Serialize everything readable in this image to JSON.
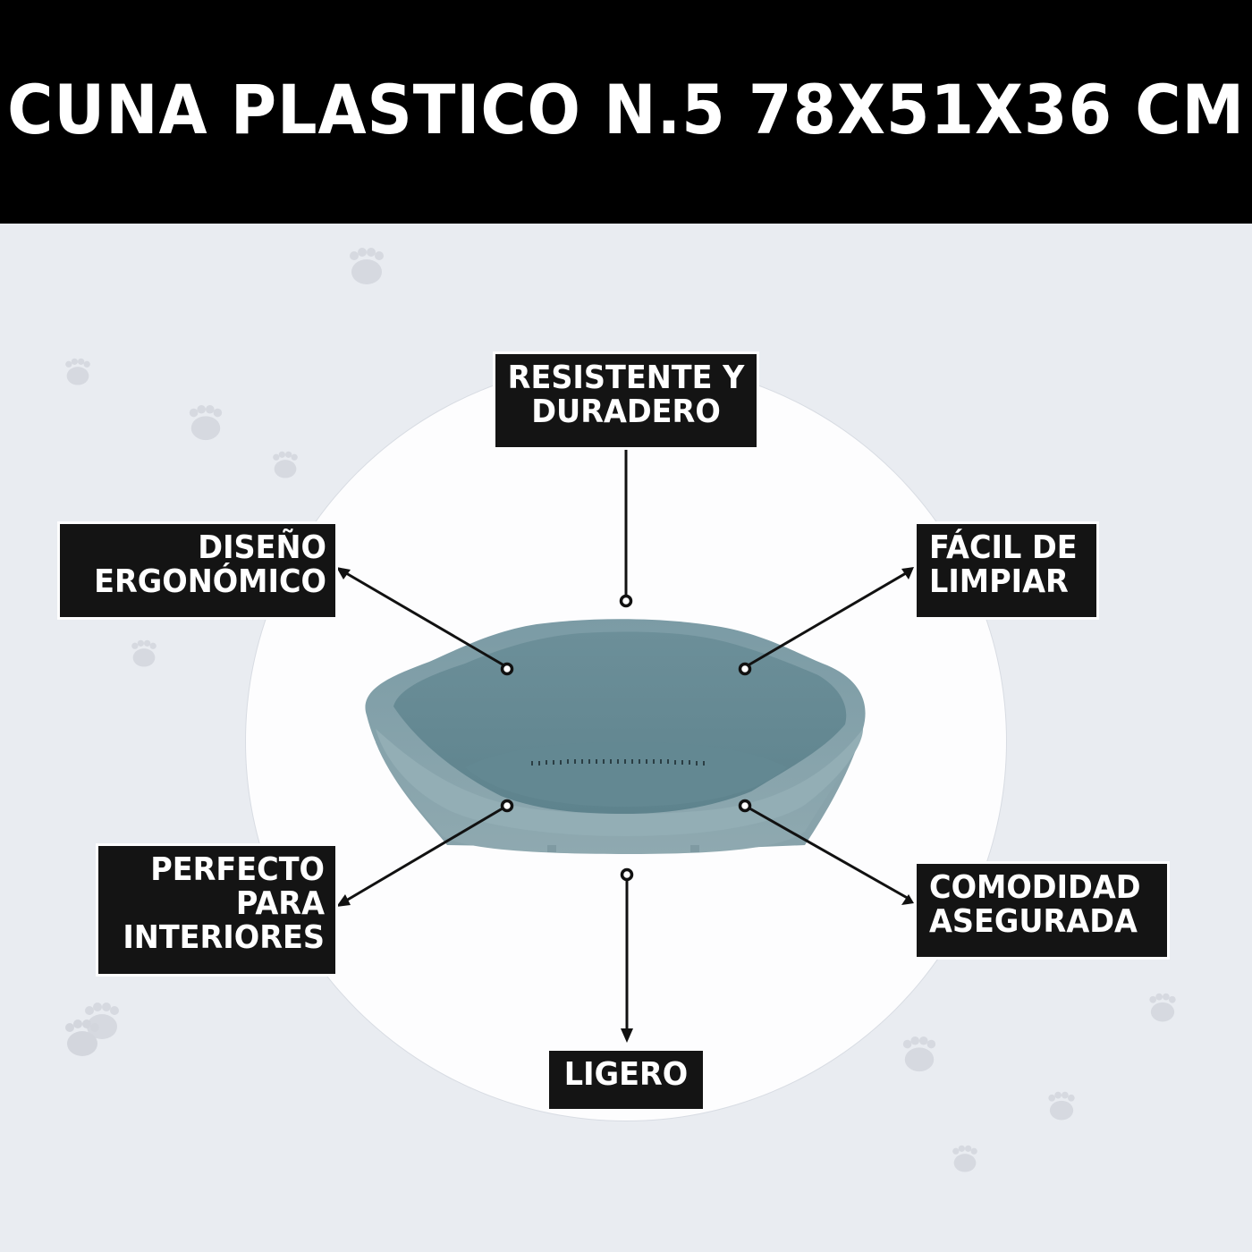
{
  "header": {
    "title": "CUNA PLASTICO N.5 78X51X36 CM"
  },
  "product": {
    "name": "plastic-pet-bed",
    "color": "#6f929c"
  },
  "features": {
    "top": "RESISTENTE Y\nDURADERO",
    "upper_left": "DISEÑO\nERGONÓMICO",
    "upper_right": "FÁCIL DE\nLIMPIAR",
    "lower_left": "PERFECTO\nPARA\nINTERIORES",
    "lower_right": "COMODIDAD\nASEGURADA",
    "bottom": "LIGERO"
  },
  "colors": {
    "header_bg": "#000000",
    "background": "#e9ecf1",
    "circle": "#fdfdfe",
    "label_bg": "#141414",
    "label_text": "#ffffff",
    "paw": "#d6d9e0"
  },
  "decorations": {
    "icon": "paw-print-icon"
  }
}
